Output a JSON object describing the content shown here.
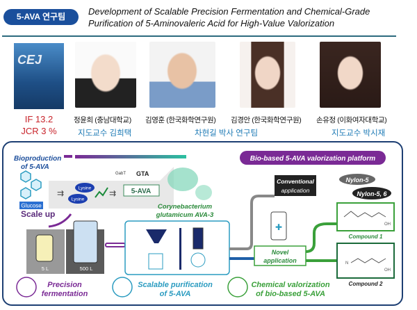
{
  "header": {
    "team_badge": "5-AVA 연구팀",
    "title_line1": "Development of Scalable Precision Fermentation and Chemical-Grade",
    "title_line2": "Purification of 5-Aminovaleric Acid for High-Value Valorization"
  },
  "journal": {
    "cover_text": "CEJ",
    "metric1": "IF 13.2",
    "metric2": "JCR 3 %"
  },
  "people": [
    {
      "name": "정윤희 (충남대학교)"
    },
    {
      "name": "김영훈 (한국화학연구원)"
    },
    {
      "name": "김경안 (한국화학연구원)"
    },
    {
      "name": "손유정 (이화여자대학교)"
    }
  ],
  "advisors": [
    "지도교수 김희택",
    "차현길 박사 연구팀",
    "지도교수 박시재"
  ],
  "diagram": {
    "bioproduction_l1": "Bioproduction",
    "bioproduction_l2": "of 5-AVA",
    "platform": "Bio-based 5-AVA valorization platform",
    "glucose": "Glucose",
    "lysine": "Lysine",
    "gabt": "GabT",
    "gta": "GTA",
    "product": "5-AVA",
    "strain_l1": "Corynebacterium",
    "strain_l2": "glutamicum AVA-3",
    "scale_up": "Scale up",
    "vol1": "5 L",
    "vol2": "500 L",
    "conventional_l1": "Conventional",
    "conventional_l2": "application",
    "nylon5": "Nylon-5",
    "nylon56": "Nylon-5, 6",
    "novel_l1": "Novel",
    "novel_l2": "application",
    "compound1": "Compound 1",
    "compound2": "Compound 2",
    "oh": "OH",
    "n": "N",
    "label1_l1": "Precision",
    "label1_l2": "fermentation",
    "label2_l1": "Scalable purification",
    "label2_l2": "of 5-AVA",
    "label3_l1": "Chemical valorization",
    "label3_l2": "of bio-based 5-AVA"
  },
  "colors": {
    "navy": "#1a4f9c",
    "purple": "#7a2a95",
    "teal": "#2a9bc0",
    "green": "#3a9a3a",
    "red": "#c8242b"
  }
}
